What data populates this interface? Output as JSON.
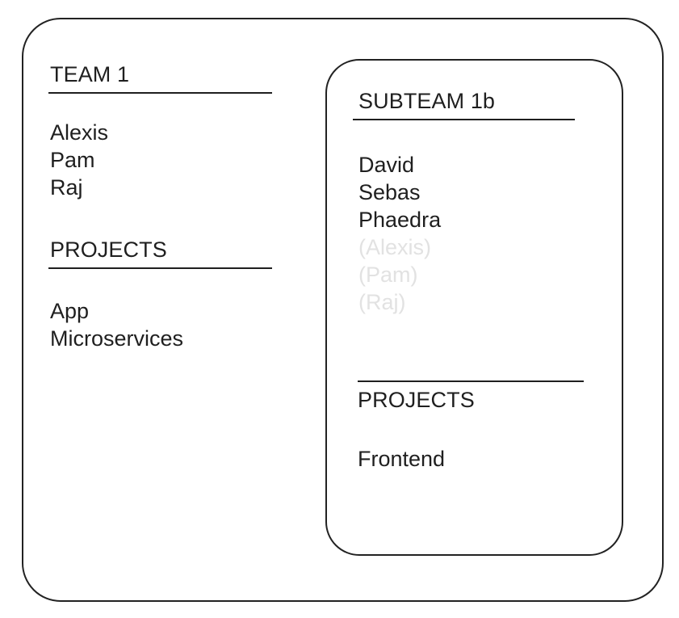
{
  "diagram": {
    "type": "org-nesting-diagram",
    "team": {
      "title": "TEAM 1",
      "members_label": "",
      "members": [
        "Alexis",
        "Pam",
        "Raj"
      ],
      "projects_title": "PROJECTS",
      "projects": [
        "App",
        "Microservices"
      ]
    },
    "subteam": {
      "title": "SUBTEAM 1b",
      "members": [
        {
          "name": "David",
          "muted": false
        },
        {
          "name": "Sebas",
          "muted": false
        },
        {
          "name": "Phaedra",
          "muted": false
        },
        {
          "name": "(Alexis)",
          "muted": true
        },
        {
          "name": "(Pam)",
          "muted": true
        },
        {
          "name": "(Raj)",
          "muted": true
        }
      ],
      "projects_title": "PROJECTS",
      "projects": [
        "Frontend"
      ]
    },
    "colors": {
      "stroke": "#222222",
      "text": "#1f1f1f",
      "muted_text": "#e2e2e2",
      "background": "#ffffff"
    }
  }
}
